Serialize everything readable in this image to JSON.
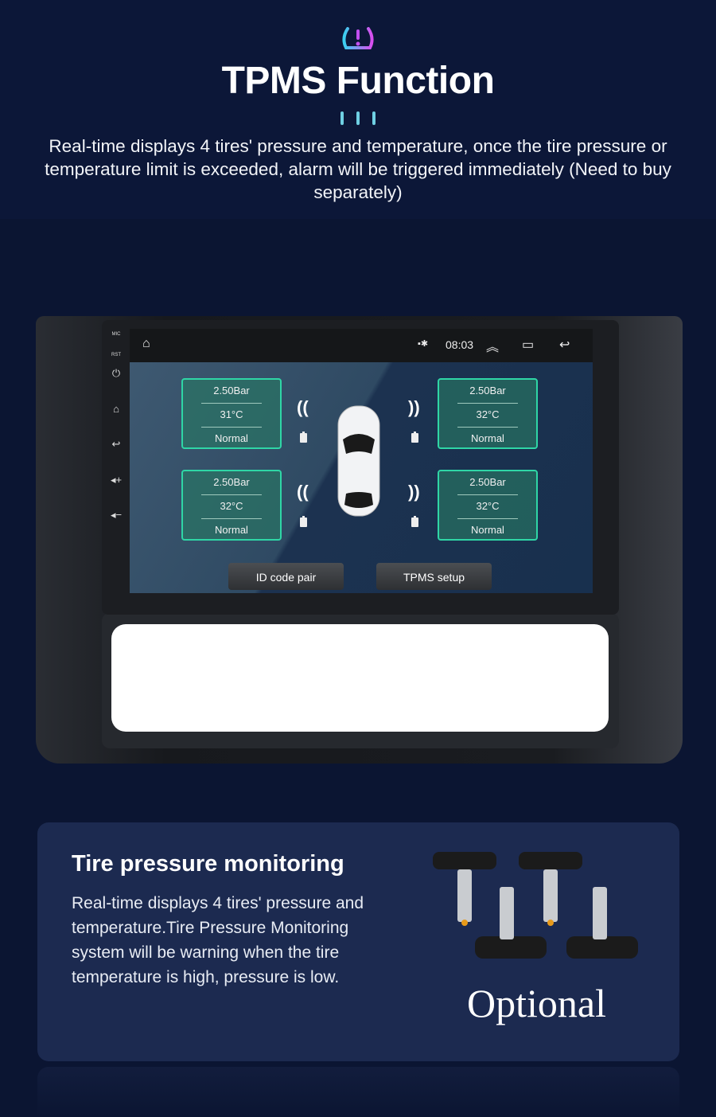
{
  "header": {
    "title": "TPMS Function",
    "subtitle": "Real-time displays 4 tires' pressure and temperature, once the tire pressure or temperature limit is exceeded, alarm will be triggered immediately (Need to buy separately)",
    "logo_icon": "tpms-warning-icon"
  },
  "device": {
    "side_labels": [
      "MIC",
      "RST"
    ],
    "status": {
      "time": "08:03"
    },
    "tires": [
      {
        "position": "front-left",
        "pressure": "2.50Bar",
        "temperature": "31°C",
        "status": "Normal"
      },
      {
        "position": "front-right",
        "pressure": "2.50Bar",
        "temperature": "32°C",
        "status": "Normal"
      },
      {
        "position": "rear-left",
        "pressure": "2.50Bar",
        "temperature": "32°C",
        "status": "Normal"
      },
      {
        "position": "rear-right",
        "pressure": "2.50Bar",
        "temperature": "32°C",
        "status": "Normal"
      }
    ],
    "buttons": {
      "pair": "ID code pair",
      "setup": "TPMS setup"
    },
    "accent": "#2fd6a6"
  },
  "panel": {
    "heading": "Tire pressure monitoring",
    "body": "Real-time displays 4 tires' pressure and temperature.Tire Pressure Monitoring system will be warning when the tire temperature is high, pressure is low.",
    "optional": "Optional"
  }
}
